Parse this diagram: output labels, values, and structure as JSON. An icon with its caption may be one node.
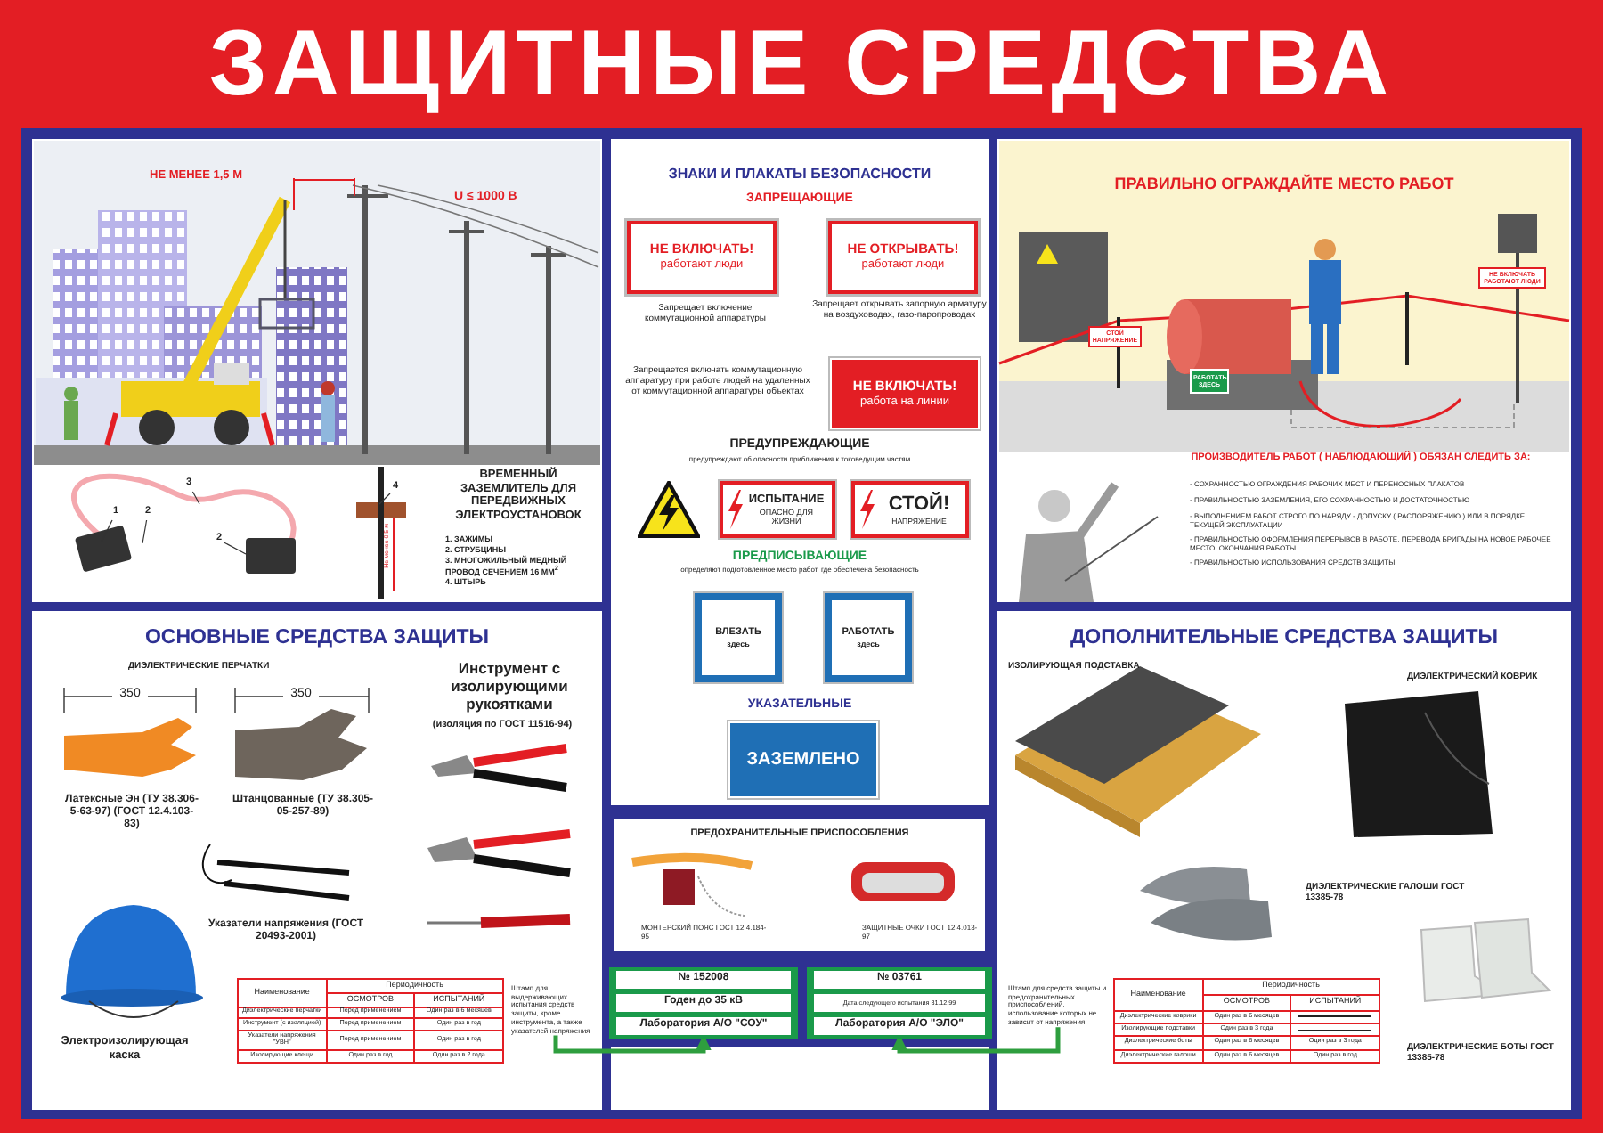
{
  "diagram": {
    "title": "ЗАЩИТНЫЕ СРЕДСТВА",
    "nodes": [
      {
        "text": [
          "ВРЕМЕННЫЙ ЗАЗЕМЛИТЕЛЬ ДЛЯ ПЕРЕДВИЖНЫХ ЭЛЕКТРОУСТАНОВОК",
          "1. ЗАЖИМЫ",
          "2. СТРУБЦИНЫ",
          "3. МНОГОЖИЛЬНЫЙ МЕДНЫЙ ПРОВОД СЕЧЕНИЕМ 16 ММ$^{2}$",
          "4. ШТЫРЬ"
        ]
      },
      {
        "text": [
          "1"
        ],
        "in": 0
      },
      {
        "text": [
          "2"
        ],
        "in": 0
      },
      {
        "text": [
          "3"
        ],
        "in": 0
      },
      {
        "text": [
          "2"
        ],
        "in": 0
      },
      {
        "text": [
          "4"
        ],
        "in": 0
      },
      {
        "text": [
          "ЗНАКИ И ПЛАКАТЫ БЕЗОПАСНОСТИ"
        ]
      },
      {
        "text": [
          "НЕ ВКЛЮЧАТЬ!",
          "работают люди"
        ],
        "in": 6
      },
      {
        "text": [
          "НЕ ОТКРЫВАТЬ!",
          "работают люди"
        ],
        "in": 6
      },
      {
        "text": [
          "НЕ ВКЛЮЧАТЬ!",
          "работа на линии"
        ],
        "in": 6
      },
      {
        "text": [],
        "shape": "triangle",
        "in": 6
      },
      {
        "text": [
          "ИСПЫТАНИЕ",
          "ОПАСНО ДЛЯ ЖИЗНИ"
        ],
        "in": 6
      },
      {
        "text": [
          "СТОЙ!",
          "НАПРЯЖЕНИЕ"
        ],
        "in": 6
      },
      {
        "text": [
          "ВЛЕЗАТЬ",
          "здесь"
        ],
        "in": 6
      },
      {
        "text": [
          "РАБОТАТЬ",
          "здесь"
        ],
        "in": 6
      },
      {
        "text": [
          "ЗАЗЕМЛЕНО"
        ],
        "in": 6
      },
      {
        "text": [
          "ПРАВИЛЬНО ОГРАЖДАЙТЕ МЕСТО РАБОТ"
        ]
      },
      {
        "text": [
          "ОСНОВНЫЕ СРЕДСТВА ЗАЩИТЫ"
        ]
      },
      {
        "text": [
          "Штамп для выдерживающих испытания средств защиты, кроме инструмента, а также указателей напряжения"
        ],
        "in": 17
      },
      {
        "text": [
          "ПРЕДОХРАНИТЕЛЬНЫЕ ПРИСПОСОБЛЕНИЯ"
        ]
      },
      {
        "text": [
          "№ 152008",
          "Годен до 35 кВ",
          "Лаборатория А/О \"СОУ\""
        ]
      },
      {
        "text": [
          "№ 03761",
          "Дата следующего испытания 31.12.99",
          "Лаборатория А/О \"ЭЛО\""
        ]
      },
      {
        "text": [
          "ДОПОЛНИТЕЛЬНЫЕ СРЕДСТВА ЗАЩИТЫ"
        ]
      },
      {
        "text": [
          "Штамп для средств защиты и предохранительных приспособлений, использование которых не зависит от напряжения"
        ],
        "in": 22
      }
    ],
    "edges": [
      {
        "from": 1,
        "to": null,
        "arrow": "none"
      },
      {
        "from": 2,
        "to": null,
        "arrow": "none"
      },
      {
        "from": 3,
        "to": null,
        "arrow": "none"
      },
      {
        "from": 4,
        "to": null,
        "arrow": "none"
      },
      {
        "from": 5,
        "to": null,
        "arrow": "none"
      },
      {
        "from": 18,
        "to": 20,
        "arrow": "to",
        "color": "#2e9e3e",
        "style": "thick"
      },
      {
        "from": 23,
        "to": 21,
        "arrow": "to",
        "color": "#2e9e3e",
        "style": "thick"
      }
    ],
    "labels": [
      "НЕ МЕНЕЕ 1,5 М",
      "U ≤ 1000 В",
      "Не менее 0,5 м",
      "ЗАПРЕЩАЮЩИЕ",
      "Запрещает включение коммутационной аппаратуры",
      "Запрещает открывать запорную арматуру на воздуховодах, газо-паропроводах",
      "Запрещается включать коммутационную аппаратуру при работе людей на удаленных от коммутационной аппаратуры объектах",
      "ПРЕДУПРЕЖДАЮЩИЕ",
      "предупреждают об опасности приближения к токоведущим частям",
      "ПРЕДПИСЫВАЮЩИЕ",
      "определяют подготовленное место работ, где обеспечена безопасность",
      "УКАЗАТЕЛЬНЫЕ",
      "СТОЙ НАПРЯЖЕНИЕ",
      "РАБОТАТЬ ЗДЕСЬ",
      "НЕ ВКЛЮЧАТЬ РАБОТАЮТ ЛЮДИ",
      "ПРОИЗВОДИТЕЛЬ РАБОТ ( НАБЛЮДАЮЩИЙ ) ОБЯЗАН СЛЕДИТЬ ЗА:",
      "- СОХРАННОСТЬЮ ОГРАЖДЕНИЯ РАБОЧИХ МЕСТ И ПЕРЕНОСНЫХ ПЛАКАТОВ",
      "- ПРАВИЛЬНОСТЬЮ ЗАЗЕМЛЕНИЯ, ЕГО СОХРАННОСТЬЮ И ДОСТАТОЧНОСТЬЮ",
      "- ВЫПОЛНЕНИЕМ РАБОТ СТРОГО ПО НАРЯДУ - ДОПУСКУ ( РАСПОРЯЖЕНИЮ ) ИЛИ В ПОРЯДКЕ ТЕКУЩЕЙ ЭКСПЛУАТАЦИИ",
      "- ПРАВИЛЬНОСТЬЮ ОФОРМЛЕНИЯ ПЕРЕРЫВОВ В РАБОТЕ, ПЕРЕВОДА БРИГАДЫ НА НОВОЕ РАБОЧЕЕ МЕСТО, ОКОНЧАНИЯ РАБОТЫ",
      "- ПРАВИЛЬНОСТЬЮ ИСПОЛЬЗОВАНИЯ СРЕДСТВ ЗАЩИТЫ",
      "ДИЭЛЕКТРИЧЕСКИЕ ПЕРЧАТКИ",
      "350",
      "350",
      "Латексные Эн (ТУ 38.306-5-63-97) (ГОСТ 12.4.103-83)",
      "Штанцованные (ТУ 38.305-05-257-89)",
      "Инструмент с изолирующими рукоятками",
      "(изоляция по ГОСТ 11516-94)",
      "Указатели напряжения (ГОСТ 20493-2001)",
      "Электроизолирующая каска",
      "Наименование",
      "Периодичность",
      "ОСМОТРОВ",
      "ИСПЫТАНИЙ",
      "Диэлектрические перчатки",
      "Перед применением",
      "Один раз в 6 месяцев",
      "Инструмент (с изоляцией)",
      "Перед применением",
      "Один раз в год",
      "Указатели напряжения \"УВН\"",
      "Перед применением",
      "Один раз в год",
      "Изолирующие клещи",
      "Один раз в год",
      "Один раз в 2 года",
      "МОНТЕРСКИЙ ПОЯС ГОСТ 12.4.184-95",
      "ЗАЩИТНЫЕ ОЧКИ ГОСТ 12.4.013-97",
      "ИЗОЛИРУЮЩАЯ ПОДСТАВКА",
      "ДИЭЛЕКТРИЧЕСКИЙ КОВРИК",
      "ДИЭЛЕКТРИЧЕСКИЕ ГАЛОШИ ГОСТ 13385-78",
      "ДИЭЛЕКТРИЧЕСКИЕ БОТЫ ГОСТ 13385-78",
      "Наименование",
      "Периодичность",
      "ОСМОТРОВ",
      "ИСПЫТАНИЙ",
      "Диэлектрические коврики",
      "Один раз в 6 месяцев",
      "Изолирующие подставки",
      "Один раз в 3 года",
      "Диэлектрические боты",
      "Один раз в 6 месяцев",
      "Один раз в 3 года",
      "Диэлектрические галоши",
      "Один раз в 6 месяцев",
      "Один раз в год"
    ]
  }
}
